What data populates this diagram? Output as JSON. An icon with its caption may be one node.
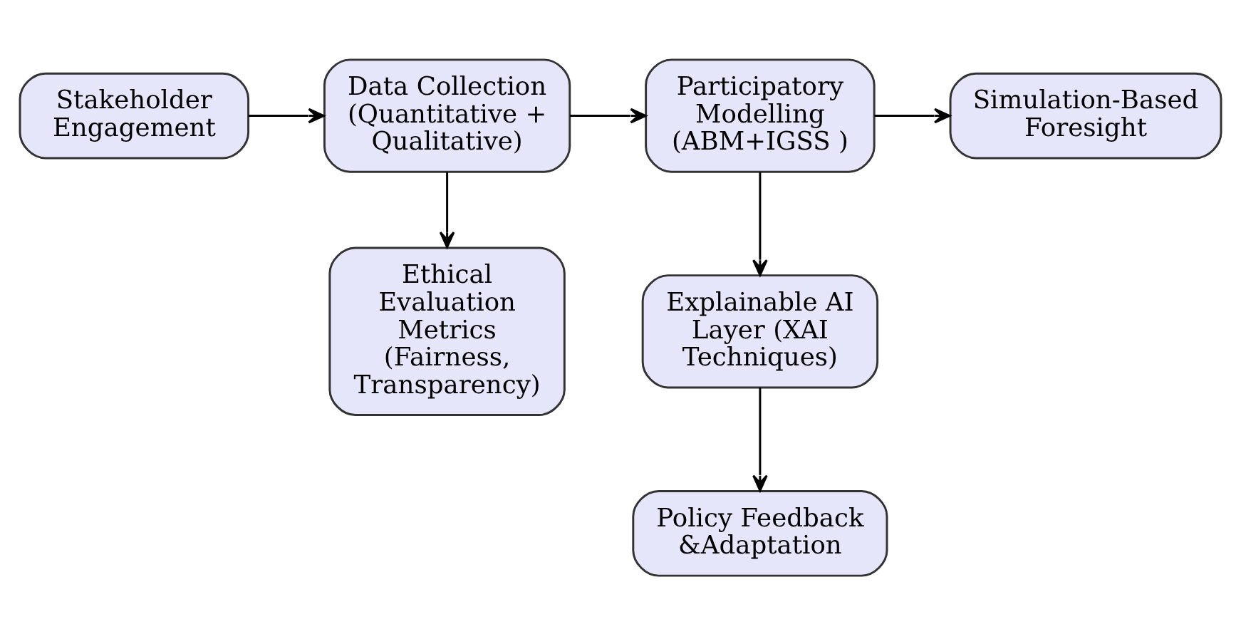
{
  "diagram": {
    "nodes": [
      {
        "text": [
          "Stakeholder Engagement"
        ]
      },
      {
        "text": [
          "Data Collection (Quantitative + Qualitative)"
        ]
      },
      {
        "text": [
          "Participatory Modelling (ABM+IGSS )"
        ]
      },
      {
        "text": [
          "Simulation-Based Foresight"
        ]
      },
      {
        "text": [
          "Ethical Evaluation Metrics (Fairness, Transparency)"
        ]
      },
      {
        "text": [
          "Explainable AI Layer (XAI Techniques)"
        ]
      },
      {
        "text": [
          "Policy Feedback &Adaptation"
        ]
      }
    ],
    "edges": [
      {
        "from": 0,
        "to": 1,
        "arrow": "to"
      },
      {
        "from": 1,
        "to": 2,
        "arrow": "to"
      },
      {
        "from": 2,
        "to": 3,
        "arrow": "to"
      },
      {
        "from": 1,
        "to": 4,
        "arrow": "to"
      },
      {
        "from": 2,
        "to": 5,
        "arrow": "to"
      },
      {
        "from": 5,
        "to": 6,
        "arrow": "to"
      }
    ]
  }
}
